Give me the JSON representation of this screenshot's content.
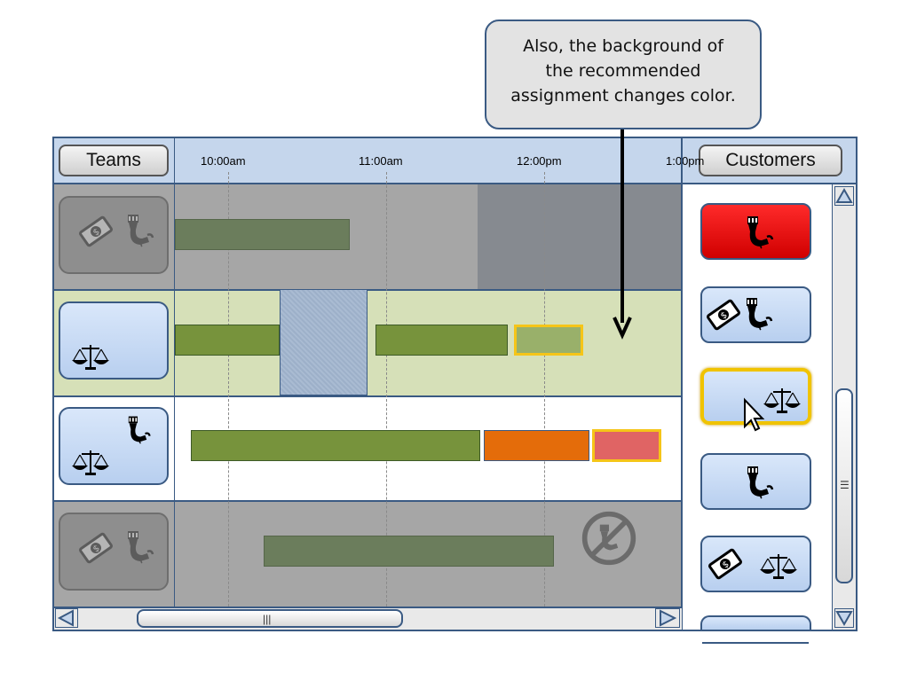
{
  "callout": {
    "line1": "Also, the background of",
    "line2": "the recommended",
    "line3": "assignment changes color."
  },
  "header": {
    "teams_label": "Teams",
    "customers_label": "Customers",
    "times": [
      "10:00am",
      "11:00am",
      "12:00pm",
      "1:00pm"
    ]
  },
  "scrollbar": {
    "grip_horizontal": "|||",
    "grip_vertical": "☰"
  },
  "icons": {
    "money": "money-icon",
    "plumbing": "plumbing-icon",
    "legal": "legal-scales-icon",
    "unavailable": "no-plumbing-icon"
  },
  "colors": {
    "frame": "#3a5a83",
    "header": "#c5d6ec",
    "recommended_row": "#d6e0b8",
    "unavailable_row": "#a6a6a6",
    "assignment_green": "#77933c",
    "assignment_orange": "#e46c0a",
    "highlight_yellow": "#f5c518",
    "alert_red": "#ff0000",
    "button_blue": "#c5d6ec"
  }
}
